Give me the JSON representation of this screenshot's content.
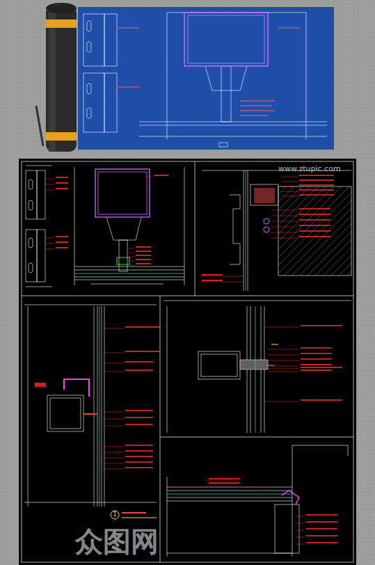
{
  "diagram": {
    "labels": [
      "www.ztupic.com",
      "1",
      "众图网"
    ]
  }
}
